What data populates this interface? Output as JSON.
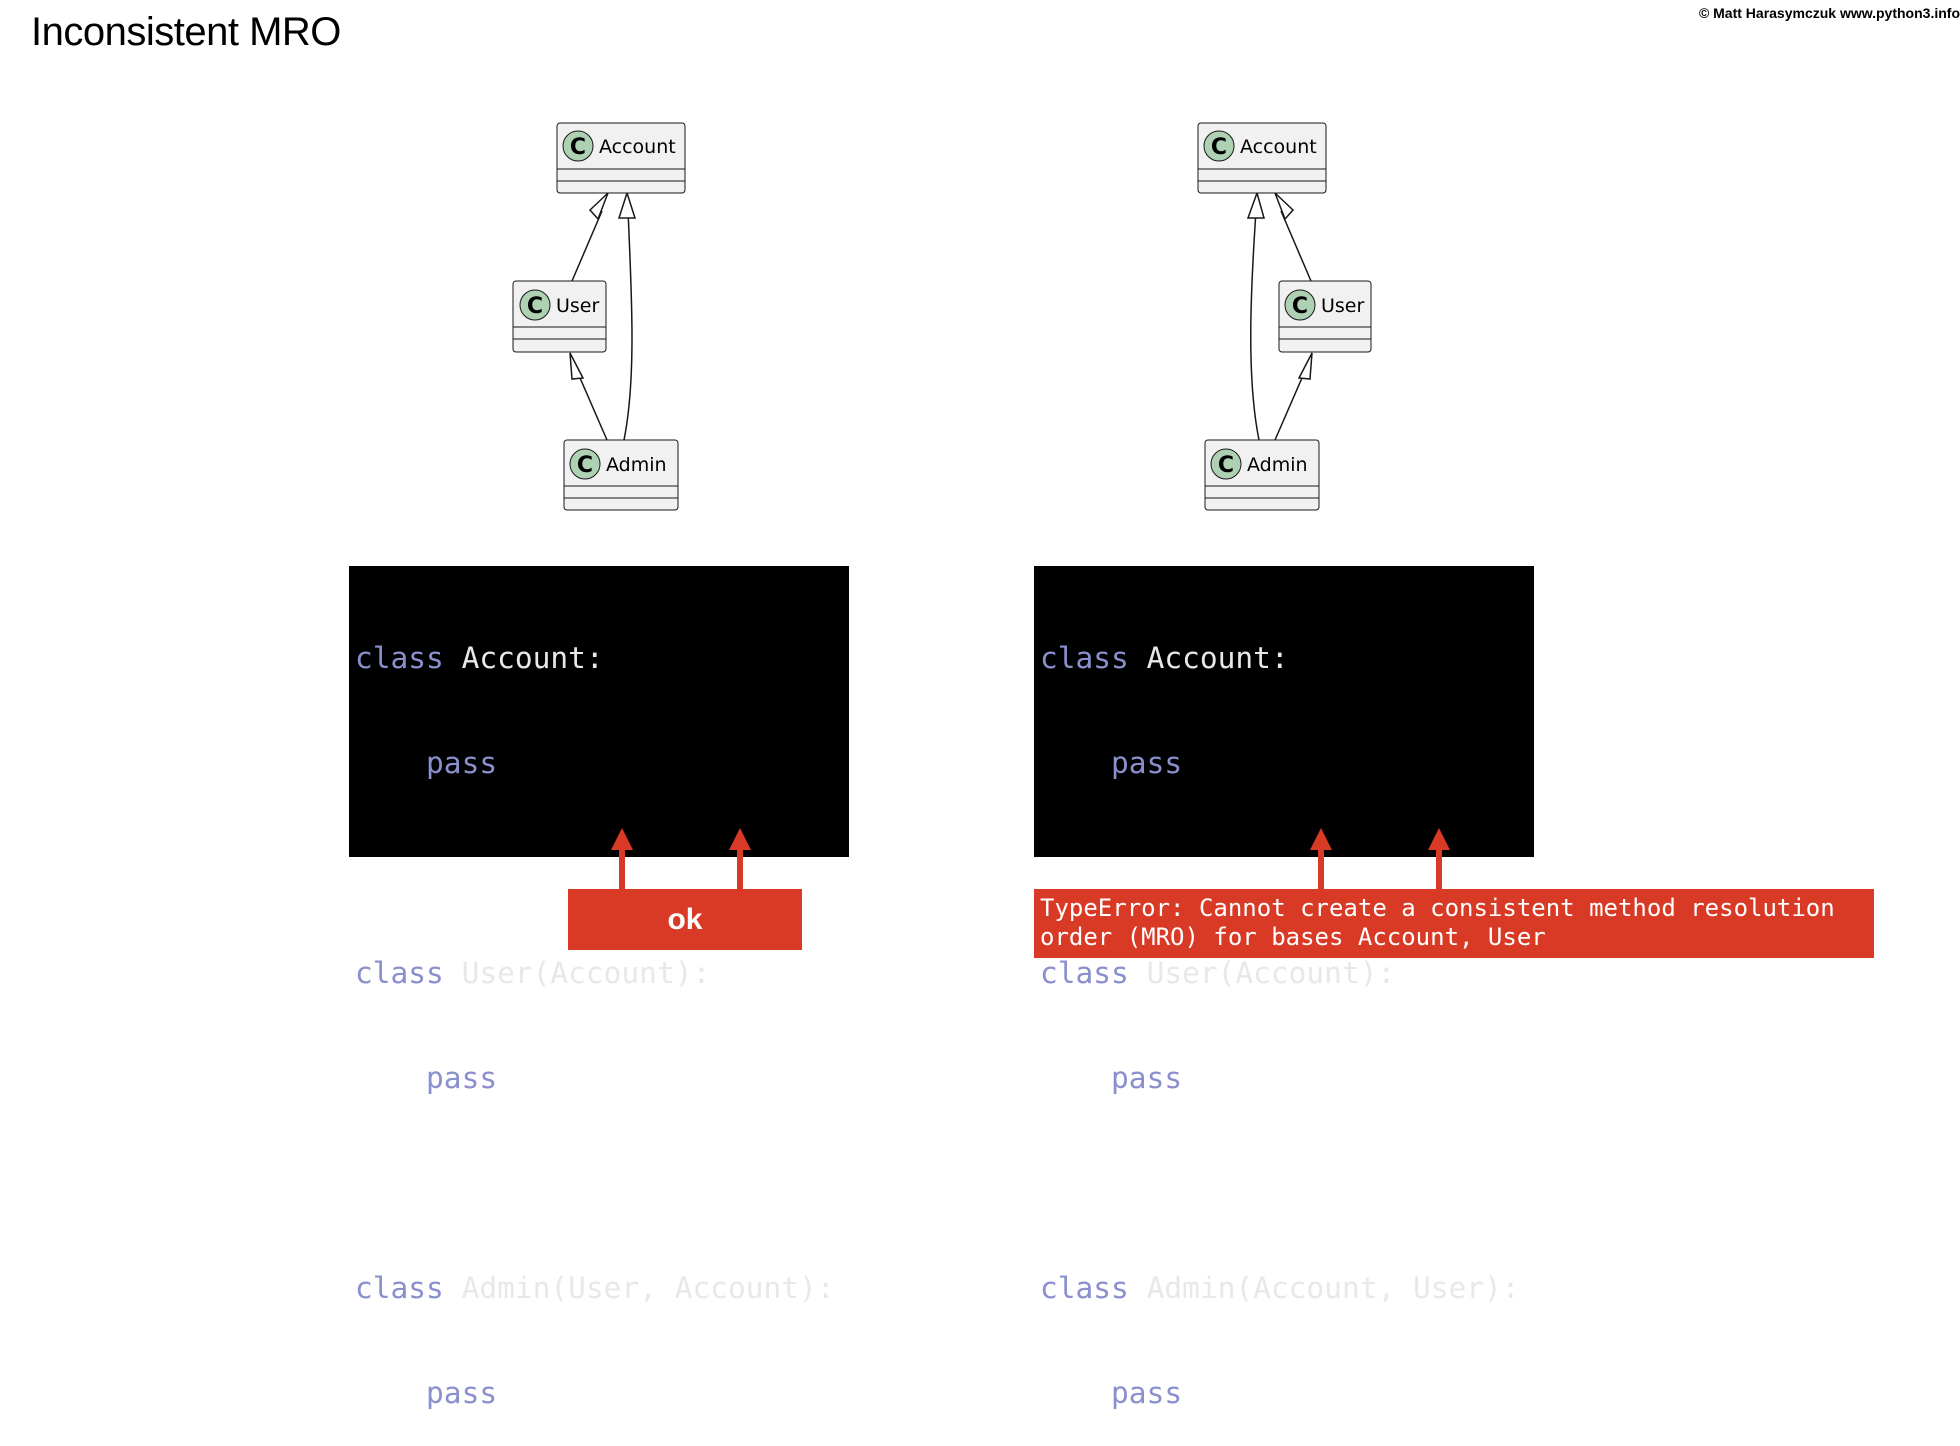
{
  "header": {
    "title": "Inconsistent MRO",
    "credit": "© Matt Harasymczuk www.python3.info"
  },
  "diagrams": {
    "left": {
      "account": {
        "badge": "C",
        "name": "Account"
      },
      "user": {
        "badge": "C",
        "name": "User"
      },
      "admin": {
        "badge": "C",
        "name": "Admin"
      }
    },
    "right": {
      "account": {
        "badge": "C",
        "name": "Account"
      },
      "user": {
        "badge": "C",
        "name": "User"
      },
      "admin": {
        "badge": "C",
        "name": "Admin"
      }
    }
  },
  "code": {
    "left": {
      "kw_class": "class",
      "kw_pass": "pass",
      "line1": " Account:",
      "line3": " User(Account):",
      "line5": " Admin(User, Account):"
    },
    "right": {
      "kw_class": "class",
      "kw_pass": "pass",
      "line1": " Account:",
      "line3": " User(Account):",
      "line5": " Admin(Account, User):"
    }
  },
  "results": {
    "ok_label": "ok",
    "error_line1": "TypeError: Cannot create a consistent method resolution",
    "error_line2": "order (MRO) for bases Account, User"
  },
  "colors": {
    "badge": "#add1b2",
    "box": "#f1f1f1",
    "keyword": "#8a8fce",
    "alert": "#d93a26"
  }
}
